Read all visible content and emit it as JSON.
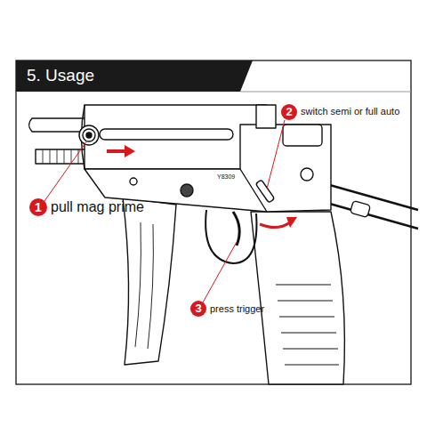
{
  "diagram": {
    "title": "5. Usage",
    "labels": [
      "1",
      "pull mag prime",
      "2",
      "switch semi or full auto",
      "3",
      "press trigger",
      "Y8309"
    ]
  }
}
